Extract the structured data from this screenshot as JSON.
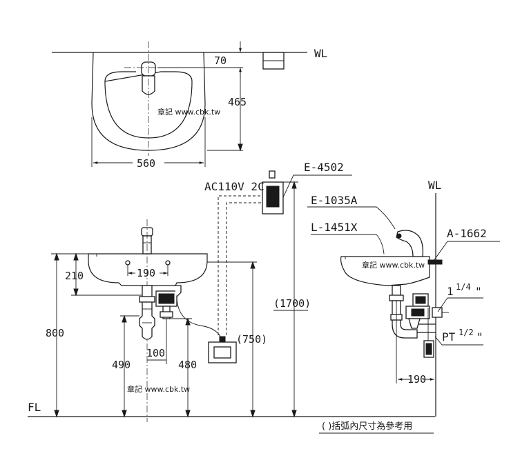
{
  "labels": {
    "wall_line_top": "WL",
    "wall_line_side": "WL",
    "floor_line": "FL",
    "power": "AC110V  2C",
    "sensor_model": "E-4502",
    "faucet_model": "E-1035A",
    "basin_model": "L-1451X",
    "trap_model": "A-1662",
    "pipe_size": "1 1/4\"",
    "pipe_size_whole": "1",
    "pipe_size_fraction": "1/4",
    "pipe_size_unit": "\"",
    "thread_size": "PT 1/2\"",
    "thread_prefix": "PT",
    "thread_fraction": "1/2",
    "thread_unit": "\""
  },
  "dimensions": {
    "top_offset": "70",
    "basin_depth": "465",
    "basin_width": "560",
    "basin_height": "210",
    "hole_spacing": "190",
    "mount_height": "800",
    "drain_spacing": "100",
    "drain_height": "490",
    "supply_height": "480",
    "control_box_height": "(750)",
    "sensor_height": "(1700)",
    "side_offset": "190"
  },
  "watermark": [
    "章記 www.cbk.tw",
    "章記 www.cbk.tw",
    "章記 www.cbk.tw"
  ],
  "note": "(   )括弧內尺寸為參考用"
}
